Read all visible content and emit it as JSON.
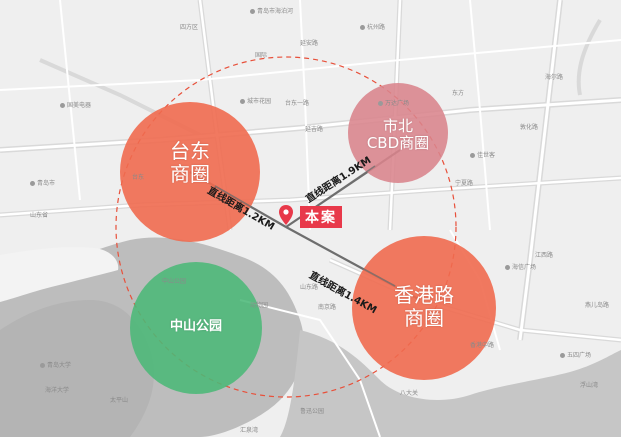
{
  "map": {
    "colors": {
      "land": "#efefef",
      "dark_land": "#bdbdbd",
      "water": "#f6f6f6",
      "road": "#ffffff",
      "major_road": "#d9d9d9",
      "ring": "#e8503a",
      "line": "#6e6e6e",
      "taidong_circle": "#f06a4f",
      "shibei_circle": "#d9848c",
      "xianggang_circle": "#f06a4f",
      "zhongshan_circle": "#4bb878",
      "project_marker": "#e8394a"
    },
    "business_districts": [
      {
        "id": "taidong",
        "label_line1": "台东",
        "label_line2": "商圈"
      },
      {
        "id": "shibei",
        "label_line1": "市北",
        "label_line2": "CBD商圈"
      },
      {
        "id": "xianggang",
        "label_line1": "香港路",
        "label_line2": "商圈"
      },
      {
        "id": "zhongshan",
        "label_line1": "中山公园",
        "label_line2": ""
      }
    ],
    "distances": [
      {
        "to": "taidong",
        "label": "直线距离1.2KM"
      },
      {
        "to": "shibei",
        "label": "直线距离1.9KM"
      },
      {
        "to": "xianggang",
        "label": "直线距离1.4KM"
      }
    ],
    "project_label": "本案",
    "project_marker_icon": "map-pin-icon",
    "pois": [
      "青岛市海泊河",
      "杭州路",
      "延安路",
      "四方区",
      "国际",
      "城市花园",
      "国美电器",
      "青岛市",
      "山东省",
      "台东",
      "台东一路",
      "延吉路",
      "万达广场",
      "东方",
      "佳世客",
      "宁夏路",
      "敦化路",
      "海信广场",
      "香港中路",
      "五四广场",
      "浮山湾",
      "青岛大学",
      "海尔路",
      "中山公园",
      "动物园",
      "太平山",
      "海洋大学",
      "鲁迅公园",
      "八大关",
      "汇泉湾",
      "南京路",
      "山东路",
      "燕儿岛路",
      "江西路"
    ]
  }
}
